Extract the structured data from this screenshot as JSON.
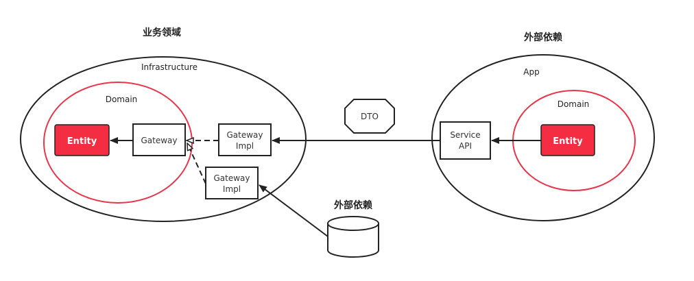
{
  "colors": {
    "stroke": "#222222",
    "domain_ring": "#e8354a",
    "entity_fill": "#f52d43",
    "entity_text": "#ffffff",
    "background": "#ffffff"
  },
  "left_group": {
    "title": "业务领域",
    "outer_label": "Infrastructure",
    "inner_label": "Domain",
    "entity": "Entity",
    "gateway": "Gateway",
    "gateway_impl_1": [
      "Gateway",
      "Impl"
    ],
    "gateway_impl_2": [
      "Gateway",
      "Impl"
    ]
  },
  "middle": {
    "dto_label": "DTO",
    "database_label": "外部依赖"
  },
  "right_group": {
    "title": "外部依赖",
    "outer_label": "App",
    "inner_label": "Domain",
    "service_api": [
      "Service",
      "API"
    ],
    "entity": "Entity"
  },
  "edges": [
    {
      "from": "Gateway",
      "to": "Entity",
      "style": "solid",
      "arrow": "filled"
    },
    {
      "from": "Gateway Impl (1)",
      "to": "Gateway",
      "style": "dashed",
      "arrow": "hollow"
    },
    {
      "from": "Gateway Impl (2)",
      "to": "Gateway",
      "style": "dashed",
      "arrow": "hollow"
    },
    {
      "from": "Service API",
      "to": "Gateway Impl (1)",
      "style": "solid",
      "arrow": "filled"
    },
    {
      "from": "外部依赖 (database)",
      "to": "Gateway Impl (2)",
      "style": "solid",
      "arrow": "filled"
    },
    {
      "from": "Entity (App)",
      "to": "Service API",
      "style": "solid",
      "arrow": "filled"
    }
  ]
}
